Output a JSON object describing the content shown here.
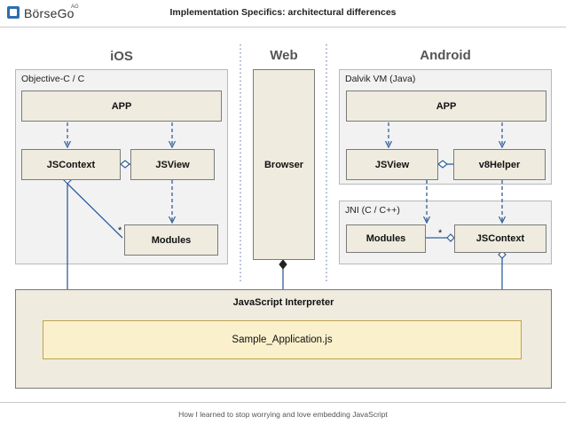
{
  "header": {
    "logo_text": "BörseGo",
    "logo_tm": "AG",
    "title": "Implementation Specifics: architectural differences"
  },
  "footer": "How I learned to stop worrying and love embedding JavaScript",
  "columns": {
    "ios": "iOS",
    "web": "Web",
    "android": "Android"
  },
  "ios": {
    "package_label": "Objective-C / C",
    "app": "APP",
    "jscontext": "JSContext",
    "jsview": "JSView",
    "modules": "Modules",
    "multiplicity": "*"
  },
  "web": {
    "browser": "Browser"
  },
  "android": {
    "dalvik_label": "Dalvik VM (Java)",
    "app": "APP",
    "jsview": "JSView",
    "v8helper": "v8Helper",
    "jni_label": "JNI (C / C++)",
    "modules": "Modules",
    "jscontext": "JSContext",
    "multiplicity": "*"
  },
  "interpreter": {
    "label": "JavaScript Interpreter",
    "application": "Sample_Application.js"
  },
  "colors": {
    "node_fill": "#efebdf",
    "package_fill": "#f2f2f2",
    "application_fill": "#fbf0cc",
    "line": "#2f5f9c",
    "heading": "#555555"
  }
}
